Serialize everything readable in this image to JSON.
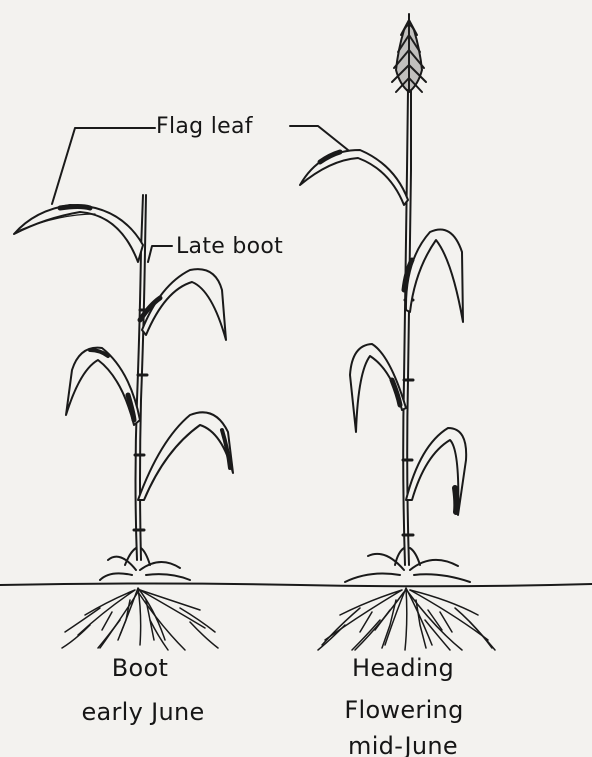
{
  "labels": {
    "flag_leaf": "Flag leaf",
    "late_boot": "Late boot"
  },
  "plants": [
    {
      "stage": "Boot",
      "time": "early June"
    },
    {
      "stage": "Heading",
      "stage_2": "Flowering",
      "time": "mid-June"
    }
  ]
}
